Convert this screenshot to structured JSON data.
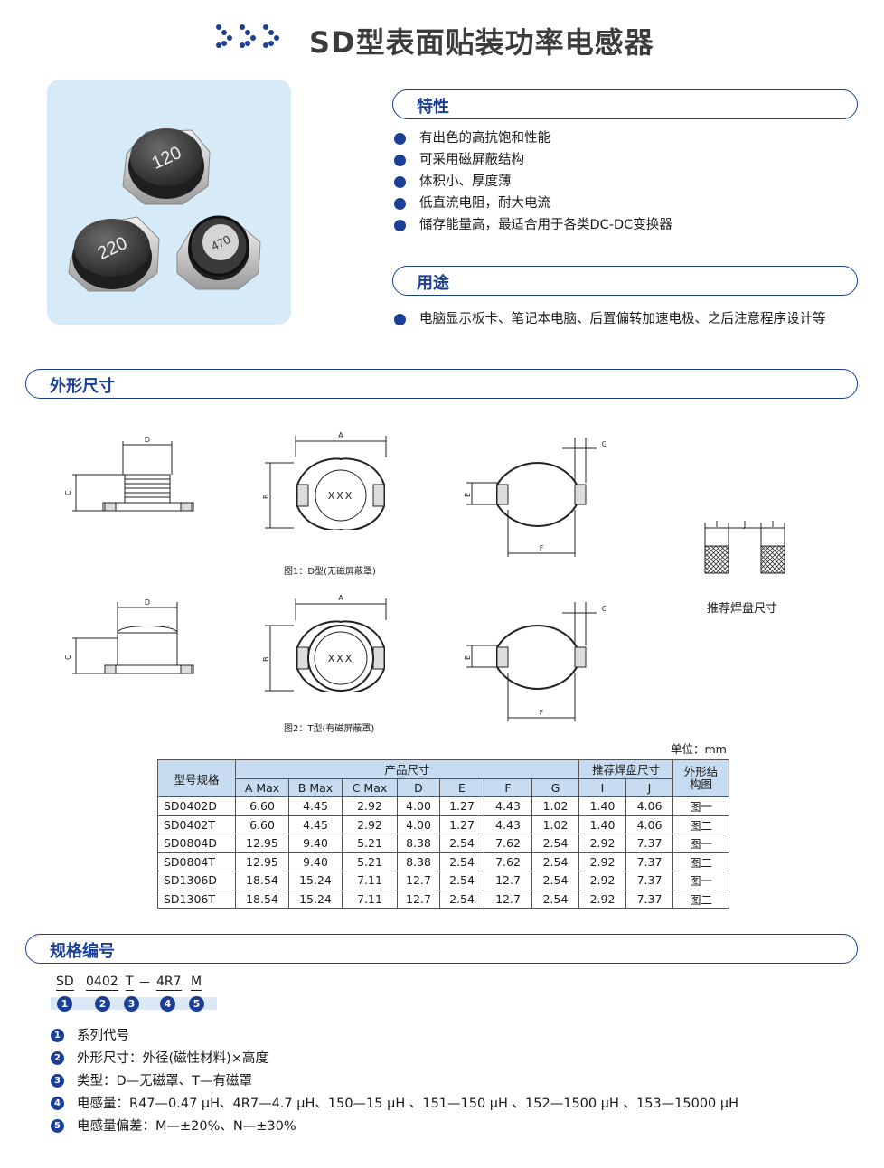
{
  "header": {
    "title": "SD型表面贴装功率电感器"
  },
  "photo": {
    "inductor_labels": [
      "120",
      "220",
      "470"
    ]
  },
  "features": {
    "heading": "特性",
    "items": [
      "有出色的高抗饱和性能",
      "可采用磁屏蔽结构",
      "体积小、厚度薄",
      "低直流电阻，耐大电流",
      "储存能量高，最适合用于各类DC-DC变换器"
    ]
  },
  "applications": {
    "heading": "用途",
    "items": [
      "电脑显示板卡、笔记本电脑、后置偏转加速电极、之后注意程序设计等"
    ]
  },
  "dimensions": {
    "heading": "外形尺寸",
    "caption_fig1": "图1：D型(无磁屏蔽罩)",
    "caption_fig2": "图2：T型(有磁屏蔽罩)",
    "pad_caption": "推荐焊盘尺寸",
    "marking": "XXX",
    "dim_letters": {
      "a": "A",
      "b": "B",
      "c": "C",
      "d": "D",
      "e": "E",
      "f": "F",
      "g": "G",
      "i": "I",
      "j": "J"
    }
  },
  "table": {
    "unit": "单位：mm",
    "head_model": "型号规格",
    "head_size": "产品尺寸",
    "head_pad": "推荐焊盘尺寸",
    "head_struct": "外形结构图",
    "columns": [
      "A Max",
      "B Max",
      "C Max",
      "D",
      "E",
      "F",
      "G",
      "I",
      "J"
    ],
    "rows": [
      {
        "model": "SD0402D",
        "a": "6.60",
        "b": "4.45",
        "c": "2.92",
        "d": "4.00",
        "e": "1.27",
        "f": "4.43",
        "g": "1.02",
        "i": "1.40",
        "j": "4.06",
        "fig": "图一"
      },
      {
        "model": "SD0402T",
        "a": "6.60",
        "b": "4.45",
        "c": "2.92",
        "d": "4.00",
        "e": "1.27",
        "f": "4.43",
        "g": "1.02",
        "i": "1.40",
        "j": "4.06",
        "fig": "图二"
      },
      {
        "model": "SD0804D",
        "a": "12.95",
        "b": "9.40",
        "c": "5.21",
        "d": "8.38",
        "e": "2.54",
        "f": "7.62",
        "g": "2.54",
        "i": "2.92",
        "j": "7.37",
        "fig": "图一"
      },
      {
        "model": "SD0804T",
        "a": "12.95",
        "b": "9.40",
        "c": "5.21",
        "d": "8.38",
        "e": "2.54",
        "f": "7.62",
        "g": "2.54",
        "i": "2.92",
        "j": "7.37",
        "fig": "图二"
      },
      {
        "model": "SD1306D",
        "a": "18.54",
        "b": "15.24",
        "c": "7.11",
        "d": "12.7",
        "e": "2.54",
        "f": "12.7",
        "g": "2.54",
        "i": "2.92",
        "j": "7.37",
        "fig": "图一"
      },
      {
        "model": "SD1306T",
        "a": "18.54",
        "b": "15.24",
        "c": "7.11",
        "d": "12.7",
        "e": "2.54",
        "f": "12.7",
        "g": "2.54",
        "i": "2.92",
        "j": "7.37",
        "fig": "图二"
      }
    ]
  },
  "spec_code": {
    "heading": "规格编号",
    "parts": [
      "SD",
      "0402",
      "T",
      "4R7",
      "M"
    ],
    "separator": "－",
    "numbers": [
      "1",
      "2",
      "3",
      "4",
      "5"
    ],
    "legend": [
      "系列代号",
      "外形尺寸：外径(磁性材料)×高度",
      "类型：D—无磁罩、T—有磁罩",
      "电感量：R47—0.47 μH、4R7—4.7 μH、150—15 μH 、151—150 μH 、152—1500 μH 、153—15000 μH",
      "电感量偏差：M—±20%、N—±30%"
    ]
  },
  "colors": {
    "accent": "#1b3f95",
    "table_header": "#c7dcf0",
    "photo_bg": "#d6eaf7"
  }
}
